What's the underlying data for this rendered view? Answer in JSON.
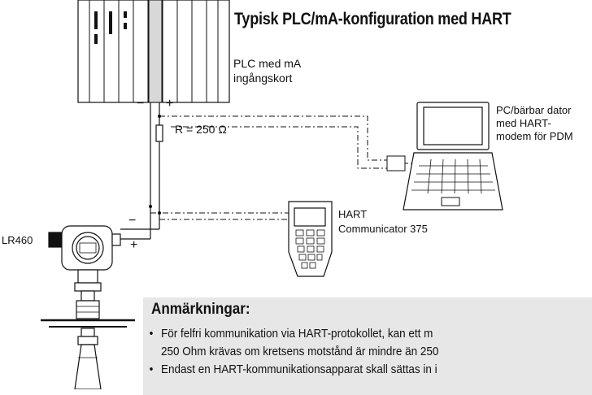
{
  "diagram": {
    "title": "Typisk PLC/mA-konfiguration med HART",
    "plc_label_line1": "PLC med mA",
    "plc_label_line2": "ingångskort",
    "plc_minus": "−",
    "plc_plus": "+",
    "resistor_label": "R = 250 Ω",
    "pc_label_line1": "PC/bärbar dator",
    "pc_label_line2": "med HART-",
    "pc_label_line3": "modem för PDM",
    "communicator_line1": "HART",
    "communicator_line2": "Communicator 375",
    "device_label": "LR460",
    "device_minus": "−",
    "device_plus": "+"
  },
  "notes": {
    "heading": "Anmärkningar:",
    "items": [
      {
        "bullet": "•",
        "line1": "För felfri kommunikation via HART-protokollet, kan ett m",
        "line2": "250 Ohm krävas om kretsens motstånd är mindre än 250"
      },
      {
        "bullet": "•",
        "line1": "Endast en HART-kommunikationsapparat skall sättas in i",
        "line2": ""
      }
    ]
  }
}
